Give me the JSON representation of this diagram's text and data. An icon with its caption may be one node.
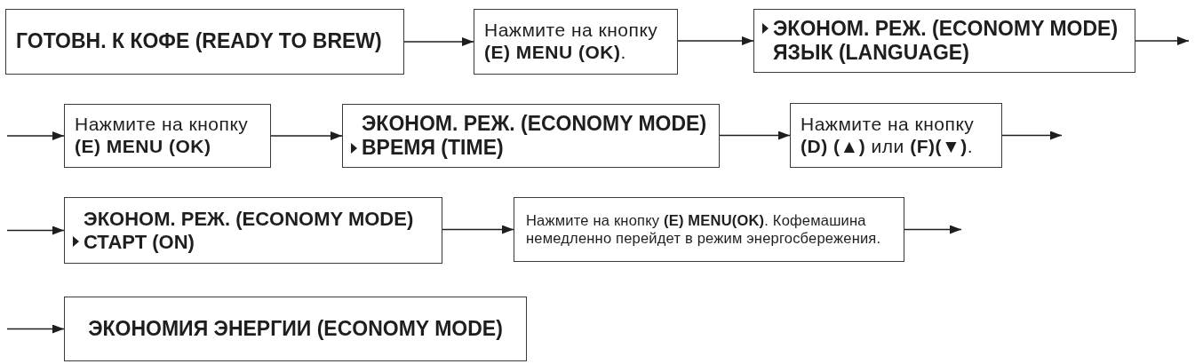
{
  "diagram": {
    "nodes": [
      {
        "text": [
          "ГОТОВН. К КОФЕ (READY TO BREW)"
        ]
      },
      {
        "text": [
          "Нажмите на кнопку **(E) MENU (OK)**."
        ]
      },
      {
        "text": [
          "ЭКОНОМ. РЕЖ. (ECONOMY MODE)",
          "ЯЗЫК (LANGUAGE)"
        ]
      },
      {
        "text": [
          "Нажмите на кнопку **(E) MENU (OK)**"
        ]
      },
      {
        "text": [
          "ЭКОНОМ. РЕЖ. (ECONOMY MODE)",
          "ВРЕМЯ (TIME)"
        ]
      },
      {
        "text": [
          "Нажмите на кнопку **(D) (▲)** или **(F)(▼)**."
        ]
      },
      {
        "text": [
          "ЭКОНОМ. РЕЖ. (ECONOMY MODE)",
          "СТАРТ (ON)"
        ]
      },
      {
        "text": [
          "Нажмите на кнопку **(E) MENU(OK)**. Кофемашина немедленно перейдет в режим энергосбережения."
        ]
      },
      {
        "text": [
          "ЭКОНОМИЯ ЭНЕРГИИ (ECONOMY MODE)"
        ]
      }
    ],
    "edges": [
      {
        "from": 0,
        "to": 1,
        "arrow": "to"
      },
      {
        "from": 1,
        "to": 2,
        "arrow": "to"
      },
      {
        "from": 2,
        "to": null,
        "arrow": "to"
      },
      {
        "from": null,
        "to": 3,
        "arrow": "to"
      },
      {
        "from": 3,
        "to": 4,
        "arrow": "to"
      },
      {
        "from": 4,
        "to": 5,
        "arrow": "to"
      },
      {
        "from": 5,
        "to": null,
        "arrow": "to"
      },
      {
        "from": null,
        "to": 6,
        "arrow": "to"
      },
      {
        "from": 6,
        "to": 7,
        "arrow": "to"
      },
      {
        "from": 7,
        "to": null,
        "arrow": "to"
      },
      {
        "from": null,
        "to": 8,
        "arrow": "to"
      }
    ]
  }
}
